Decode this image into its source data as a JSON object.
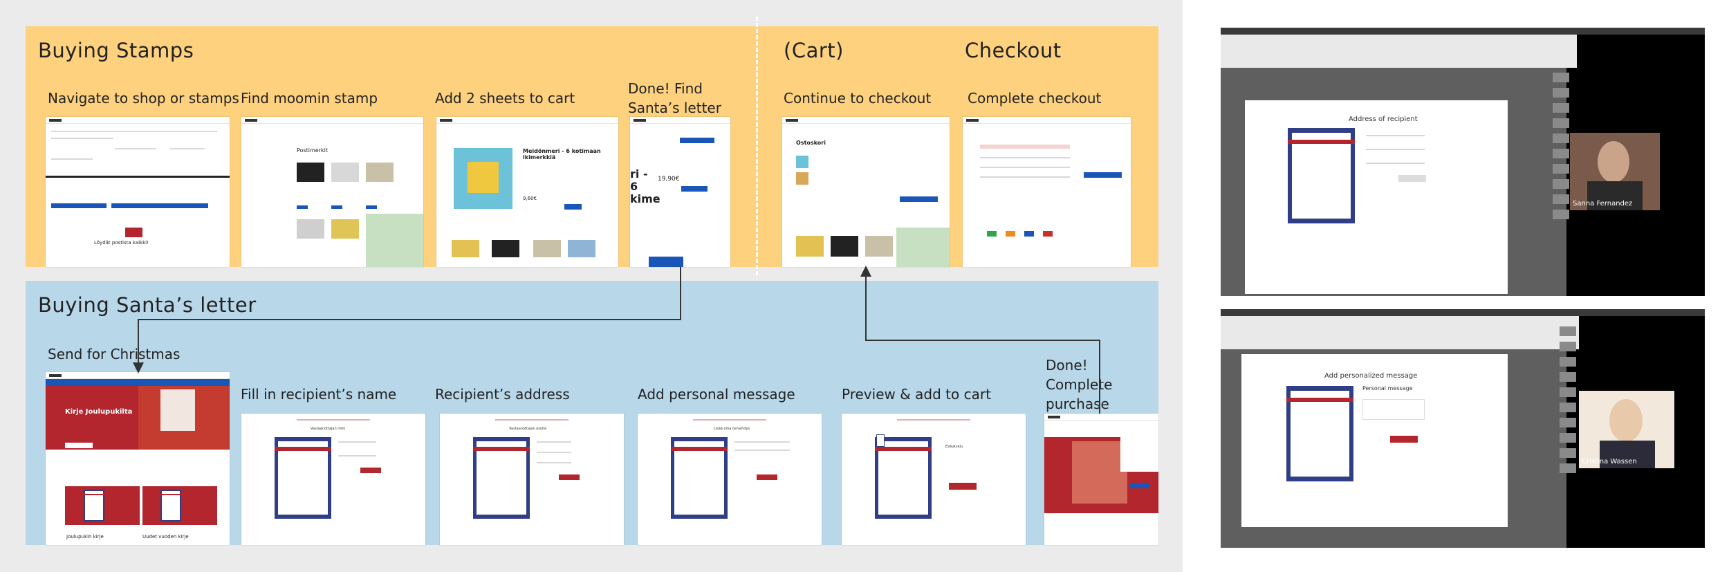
{
  "colors": {
    "stamps_band": "#fdd17e",
    "letter_band": "#b8d8ea",
    "posti_blue": "#1a56b8",
    "posti_red": "#b3262d",
    "letter_navy": "#2f3e86"
  },
  "stamps": {
    "title": "Buying Stamps",
    "steps": [
      {
        "label": "Navigate to shop or stamps"
      },
      {
        "label": "Find moomin  stamp"
      },
      {
        "label": "Add 2 sheets to cart"
      },
      {
        "label": "Done! Find Santa’s letter"
      }
    ]
  },
  "cart": {
    "title": "(Cart)",
    "step": "Continue to checkout"
  },
  "checkout": {
    "title": "Checkout",
    "step": "Complete checkout"
  },
  "letter": {
    "title": "Buying Santa’s letter",
    "steps": [
      {
        "label": "Send for Christmas"
      },
      {
        "label": "Fill in recipient’s name"
      },
      {
        "label": "Recipient’s address"
      },
      {
        "label": "Add personal message"
      },
      {
        "label": "Preview & add to cart"
      },
      {
        "label": "Done! Complete purchase"
      }
    ]
  },
  "mini_text": {
    "shop_cta": "Löydät postista kaikki!",
    "moomin_title": "Postimerkit",
    "sheet_title": "Meidönmeri - 6 kotimaan ikimerkkiä",
    "sheet_price": "9,60€",
    "cart_title": "Ostoskori",
    "letter_hero": "Kirje Joulupukilta",
    "letter_card_1": "Joulupukin kirje",
    "letter_card_2": "Uudet vuoden kirje",
    "form_1": "Vastaanottajan nimi",
    "form_2": "Vastaanottajan osoite",
    "form_3": "Lisää oma tervehdys",
    "form_4": "Esikatselu",
    "santa_price": "19,90€",
    "santa_partial": "ri - 6 kime"
  },
  "videos": [
    {
      "dialog_title": "Address of recipient",
      "participant": "Sanna Fernandez"
    },
    {
      "dialog_title": "Add personalized message",
      "field_label": "Personal message",
      "participant": "Cristina Wassen"
    }
  ]
}
